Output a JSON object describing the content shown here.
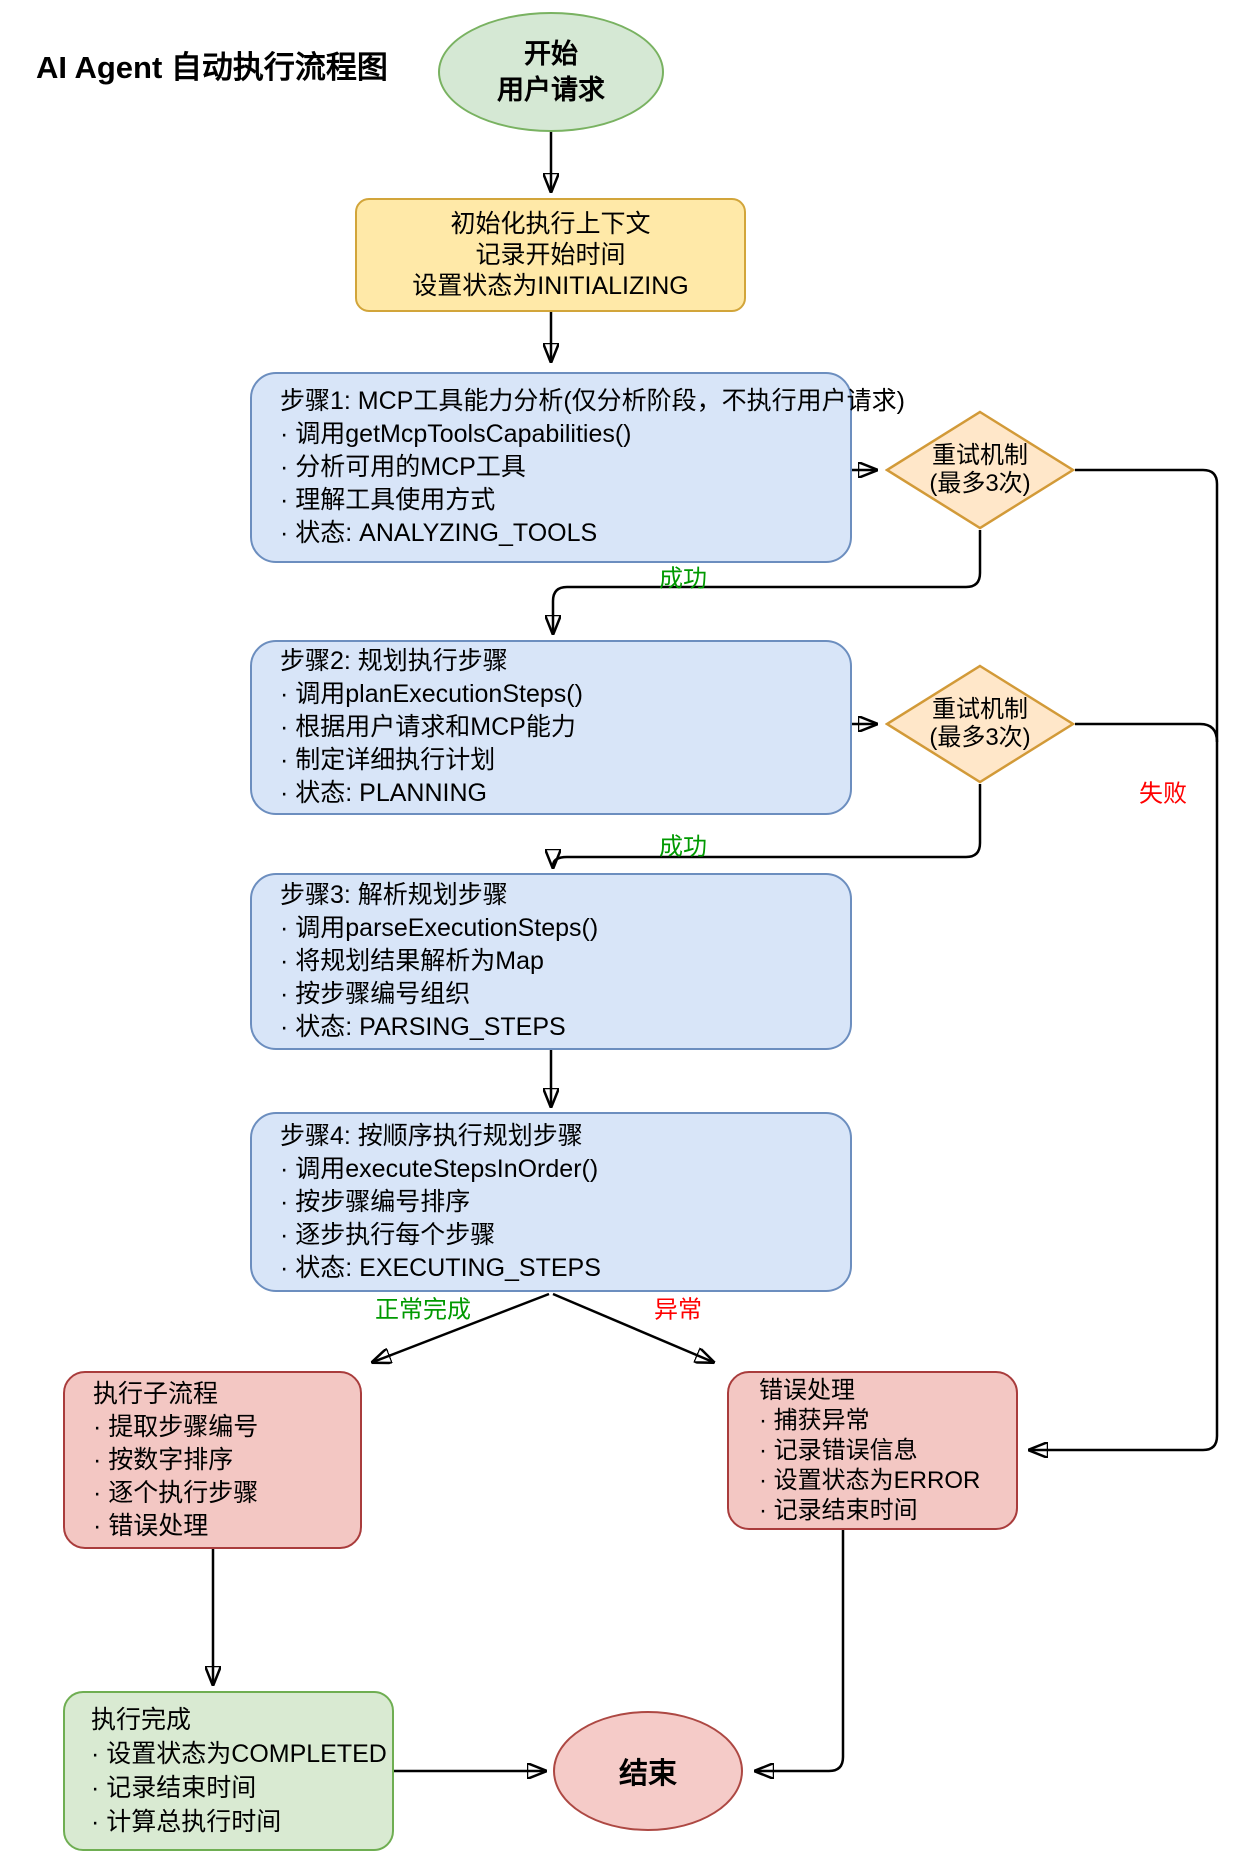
{
  "title": "AI Agent 自动执行流程图",
  "nodes": {
    "start": {
      "lines": [
        "开始",
        "用户请求"
      ]
    },
    "init": {
      "lines": [
        "初始化执行上下文",
        "记录开始时间",
        "设置状态为INITIALIZING"
      ]
    },
    "step1": {
      "lines": [
        "步骤1: MCP工具能力分析(仅分析阶段，不执行用户请求)",
        "· 调用getMcpToolsCapabilities()",
        "· 分析可用的MCP工具",
        "· 理解工具使用方式",
        "· 状态: ANALYZING_TOOLS"
      ]
    },
    "retry1": {
      "lines": [
        "重试机制",
        "(最多3次)"
      ]
    },
    "step2": {
      "lines": [
        "步骤2: 规划执行步骤",
        "· 调用planExecutionSteps()",
        "· 根据用户请求和MCP能力",
        "· 制定详细执行计划",
        "· 状态: PLANNING"
      ]
    },
    "retry2": {
      "lines": [
        "重试机制",
        "(最多3次)"
      ]
    },
    "step3": {
      "lines": [
        "步骤3: 解析规划步骤",
        "· 调用parseExecutionSteps()",
        "· 将规划结果解析为Map",
        "· 按步骤编号组织",
        "· 状态: PARSING_STEPS"
      ]
    },
    "step4": {
      "lines": [
        "步骤4: 按顺序执行规划步骤",
        "· 调用executeStepsInOrder()",
        "· 按步骤编号排序",
        "· 逐步执行每个步骤",
        "· 状态: EXECUTING_STEPS"
      ]
    },
    "subprocess": {
      "lines": [
        "执行子流程",
        "· 提取步骤编号",
        "· 按数字排序",
        "· 逐个执行步骤",
        "· 错误处理"
      ]
    },
    "error": {
      "lines": [
        "错误处理",
        "· 捕获异常",
        "· 记录错误信息",
        "· 设置状态为ERROR",
        "· 记录结束时间"
      ]
    },
    "complete": {
      "lines": [
        "执行完成",
        "· 设置状态为COMPLETED",
        "· 记录结束时间",
        "· 计算总执行时间"
      ]
    },
    "end": {
      "label": "结束"
    }
  },
  "labels": {
    "success1": "成功",
    "success2": "成功",
    "fail": "失败",
    "normal_complete": "正常完成",
    "exception": "异常"
  },
  "colors": {
    "blue_fill": "#d8e5f8",
    "blue_stroke": "#6c8ebf",
    "yellow_fill": "#ffe9a8",
    "yellow_stroke": "#d2a53a",
    "green_fill": "#d5e8d4",
    "green_stroke": "#79b261",
    "greenbox_fill": "#d9ead2",
    "greenbox_stroke": "#6fae52",
    "pink_fill": "#f3c7c3",
    "pink_stroke": "#a93c3c",
    "endpink_fill": "#f5cbc8",
    "endpink_stroke": "#ad4843",
    "orange_fill": "#ffe7c9",
    "orange_stroke": "#d29a38",
    "success_text": "#009900",
    "fail_text": "#ff0000",
    "line_color": "#000000"
  }
}
